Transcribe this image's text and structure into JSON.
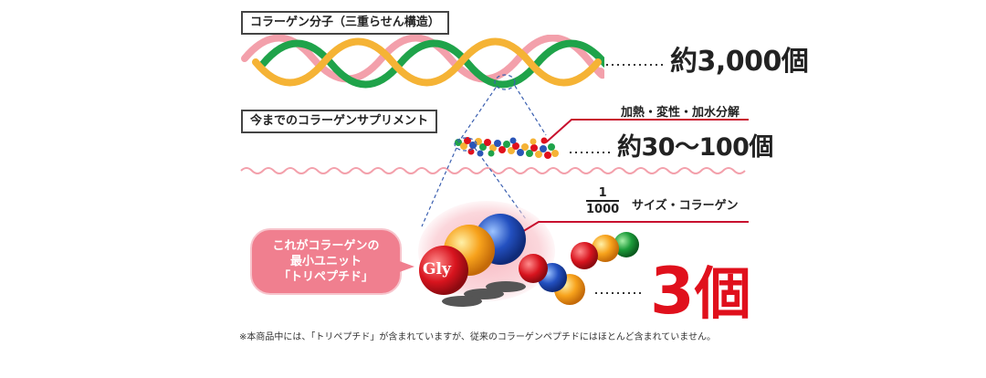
{
  "labels": {
    "collagen_molecule": "コラーゲン分子（三重らせん構造）",
    "supplement": "今までのコラーゲンサプリメント"
  },
  "counts": {
    "collagen": "約3,000個",
    "supplement": "約30〜100個",
    "tripeptide_number": "3",
    "tripeptide_unit": "個"
  },
  "notes": {
    "process": "加熱・変性・加水分解",
    "fraction_numerator": "1",
    "fraction_denominator": "1000",
    "size_text": "サイズ・コラーゲン"
  },
  "bubble": {
    "line1": "これがコラーゲンの",
    "line2": "最小ユニット",
    "line3": "「トリペプチド」"
  },
  "gly_label": "Gly",
  "footnote": "※本商品中には、「トリペプチド」が含まれていますが、従来のコラーゲンペプチドにはほとんど含まれていません。",
  "colors": {
    "helix_green": "#1fa34a",
    "helix_orange": "#f5b335",
    "helix_pink": "#f3a0ab",
    "accent_red": "#e0101c",
    "bubble_pink": "#f07f8f"
  }
}
